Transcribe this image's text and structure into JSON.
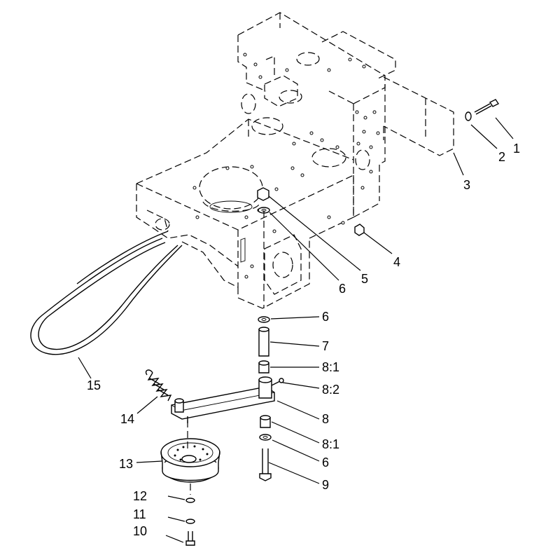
{
  "diagram": {
    "callouts": [
      {
        "id": "c1",
        "text": "1"
      },
      {
        "id": "c2",
        "text": "2"
      },
      {
        "id": "c3",
        "text": "3"
      },
      {
        "id": "c4",
        "text": "4"
      },
      {
        "id": "c5",
        "text": "5"
      },
      {
        "id": "c6a",
        "text": "6"
      },
      {
        "id": "c6b",
        "text": "6"
      },
      {
        "id": "c7",
        "text": "7"
      },
      {
        "id": "c81a",
        "text": "8:1"
      },
      {
        "id": "c82",
        "text": "8:2"
      },
      {
        "id": "c8",
        "text": "8"
      },
      {
        "id": "c81b",
        "text": "8:1"
      },
      {
        "id": "c6c",
        "text": "6"
      },
      {
        "id": "c9",
        "text": "9"
      },
      {
        "id": "c10",
        "text": "10"
      },
      {
        "id": "c11",
        "text": "11"
      },
      {
        "id": "c12",
        "text": "12"
      },
      {
        "id": "c13",
        "text": "13"
      },
      {
        "id": "c14",
        "text": "14"
      },
      {
        "id": "c15",
        "text": "15"
      }
    ]
  }
}
